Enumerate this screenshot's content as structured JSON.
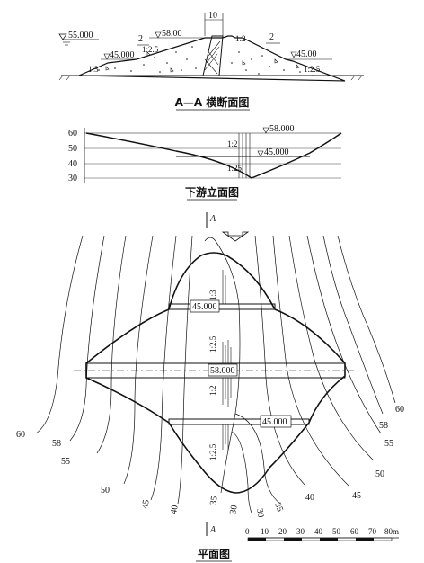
{
  "section": {
    "title": "A—A 横断面图",
    "water_level": "55.000",
    "crest_width": "10",
    "crest_elev": "58.00",
    "left_berm_elev": "45.000",
    "right_berm_elev": "45.00",
    "berm_left": "2",
    "berm_right": "2",
    "slope_up_upper": "1:2.5",
    "slope_up_lower": "1:3",
    "slope_dn_upper": "1:2",
    "slope_dn_lower": "1:2.5"
  },
  "elevation": {
    "title": "下游立面图",
    "elev_top": "58.000",
    "elev_mid": "45.000",
    "ticks": [
      "60",
      "50",
      "40",
      "30"
    ],
    "slope_upper": "1:2",
    "slope_lower": "1:25"
  },
  "plan": {
    "title": "平面图",
    "section_mark": "A",
    "elev_crest": "58.000",
    "elev_berm_up": "45.000",
    "elev_berm_dn": "45.000",
    "slope_a": "1:3",
    "slope_b": "1:2.5",
    "slope_c": "1:2",
    "slope_d": "1:2.5",
    "contours_left": [
      "60",
      "58",
      "55",
      "50",
      "45",
      "40",
      "35",
      "30"
    ],
    "contours_right": [
      "30",
      "35",
      "40",
      "45",
      "50",
      "55",
      "58",
      "60"
    ]
  },
  "scale_bar": {
    "labels": [
      "0",
      "10",
      "20",
      "30",
      "40",
      "50",
      "60",
      "70",
      "80m"
    ]
  }
}
